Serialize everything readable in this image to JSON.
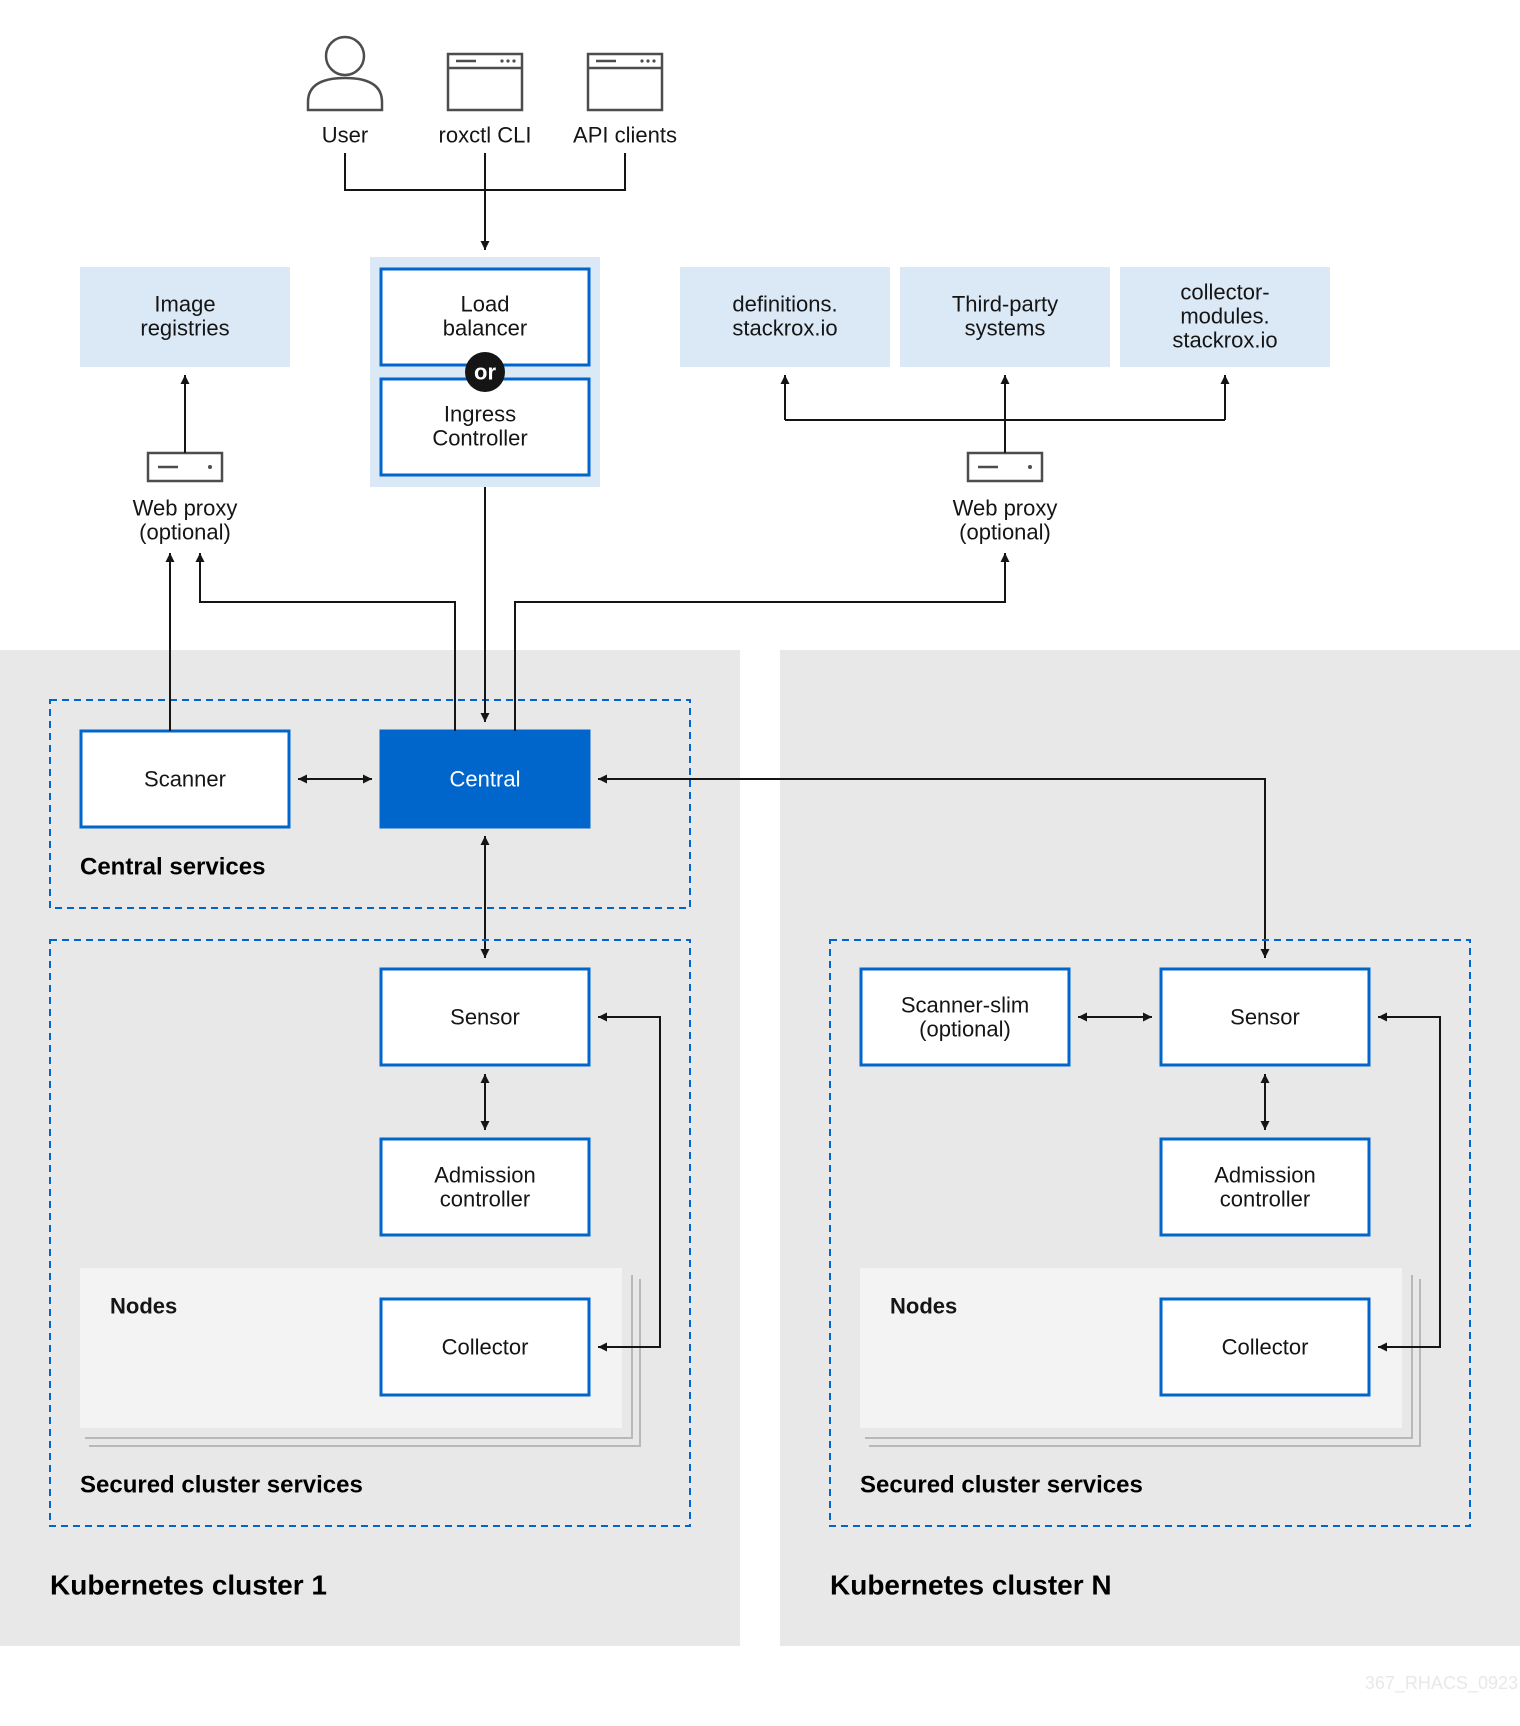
{
  "actors": {
    "user": "User",
    "roxctl": "roxctl CLI",
    "api_clients": "API clients"
  },
  "external": {
    "image_registries": [
      "Image",
      "registries"
    ],
    "definitions": [
      "definitions.",
      "stackrox.io"
    ],
    "third_party": [
      "Third-party",
      "systems"
    ],
    "collector_modules": [
      "collector-",
      "modules.",
      "stackrox.io"
    ]
  },
  "ingress": {
    "load_balancer": [
      "Load",
      "balancer"
    ],
    "or": "or",
    "ingress_controller": [
      "Ingress",
      "Controller"
    ]
  },
  "proxies": {
    "left": [
      "Web proxy",
      "(optional)"
    ],
    "right": [
      "Web proxy",
      "(optional)"
    ]
  },
  "cluster1": {
    "title": "Kubernetes cluster 1",
    "central_services": "Central services",
    "scanner": "Scanner",
    "central": "Central",
    "secured_cluster_services": "Secured cluster services",
    "sensor": "Sensor",
    "admission_controller": [
      "Admission",
      "controller"
    ],
    "nodes": "Nodes",
    "collector": "Collector"
  },
  "clusterN": {
    "title": "Kubernetes cluster N",
    "scanner_slim": [
      "Scanner-slim",
      "(optional)"
    ],
    "secured_cluster_services": "Secured cluster services",
    "sensor": "Sensor",
    "admission_controller": [
      "Admission",
      "controller"
    ],
    "nodes": "Nodes",
    "collector": "Collector"
  },
  "watermark": "367_RHACS_0923",
  "colors": {
    "accent_blue": "#0066cc",
    "external_fill": "#dbe8f6",
    "cluster_bg": "#e8e8e8",
    "nodes_bg": "#f3f3f3"
  }
}
